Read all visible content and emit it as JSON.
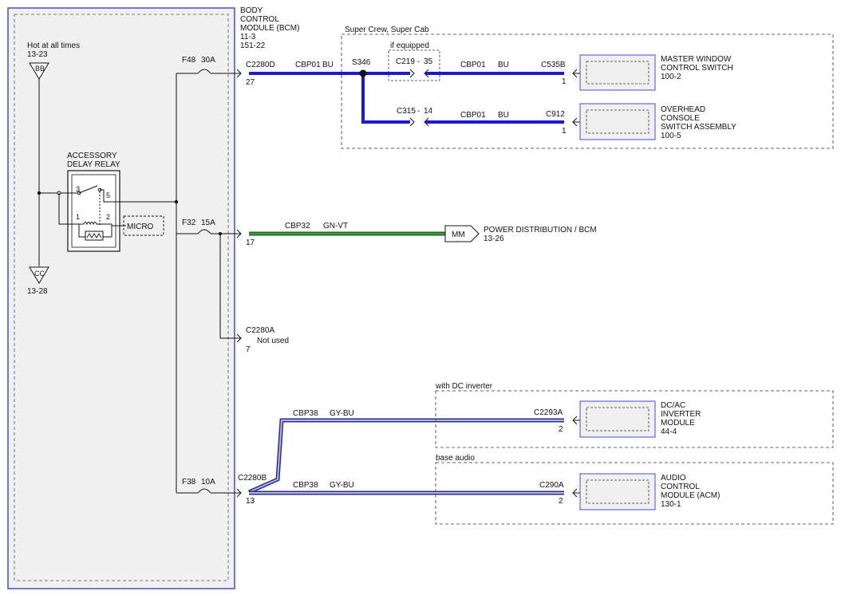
{
  "bcm": {
    "title_lines": [
      "BODY",
      "CONTROL",
      "MODULE (BCM)",
      "11-3",
      "151-22"
    ]
  },
  "hot_at_all_times": {
    "label": "Hot at all times",
    "ref": "13-23",
    "bus_top": "BB",
    "bus_bottom": "CC",
    "bus_bottom_ref": "13-28"
  },
  "relay": {
    "title_lines": [
      "ACCESSORY",
      "DELAY RELAY"
    ],
    "pins": [
      "3",
      "5",
      "1",
      "2"
    ],
    "micro_label": "MICRO"
  },
  "fuses": [
    {
      "name": "F48",
      "rating": "30A"
    },
    {
      "name": "F32",
      "rating": "15A"
    },
    {
      "name": "F38",
      "rating": "10A"
    }
  ],
  "connectors": {
    "c2280d": {
      "name": "C2280D",
      "pin": "27"
    },
    "c2280a": {
      "name": "C2280A",
      "pin": "7",
      "note": "Not used"
    },
    "c2280b": {
      "name": "C2280B",
      "pin": "13"
    }
  },
  "splice": "S346",
  "super_crew_box": {
    "label": "Super Crew, Super Cab",
    "if_equipped": "if equipped",
    "inline_c219": {
      "name": "C219",
      "pin": "35"
    },
    "inline_c315": {
      "name": "C315",
      "pin": "14"
    }
  },
  "wires": {
    "cbp01": {
      "circuit": "CBP01",
      "color": "BU"
    },
    "cbp32": {
      "circuit": "CBP32",
      "color": "GN-VT"
    },
    "cbp38": {
      "circuit": "CBP38",
      "color": "GY-BU"
    }
  },
  "components": {
    "master_window": {
      "connector": "C535B",
      "pin": "1",
      "lines": [
        "MASTER WINDOW",
        "CONTROL SWITCH",
        "100-2"
      ]
    },
    "overhead_console": {
      "connector": "C912",
      "pin": "1",
      "lines": [
        "OVERHEAD",
        "CONSOLE",
        "SWITCH ASSEMBLY",
        "100-5"
      ]
    },
    "power_distribution": {
      "bus": "MM",
      "lines": [
        "POWER DISTRIBUTION / BCM",
        "13-26"
      ]
    },
    "dc_ac_inverter": {
      "box_label": "with DC inverter",
      "connector": "C2293A",
      "pin": "2",
      "lines": [
        "DC/AC",
        "INVERTER",
        "MODULE",
        "44-4"
      ]
    },
    "audio_control": {
      "box_label": "base audio",
      "connector": "C290A",
      "pin": "2",
      "lines": [
        "AUDIO",
        "CONTROL",
        "MODULE (ACM)",
        "130-1"
      ]
    }
  },
  "colors": {
    "bcm_border": "#4a4ad8",
    "wire_blue": "#1a1acc",
    "wire_green": "#2e7d2e",
    "wire_gray_blue_outer": "#2a2a9a",
    "wire_gray_blue_inner": "#b8b8c8",
    "panel_fill": "#f0f0f0"
  }
}
